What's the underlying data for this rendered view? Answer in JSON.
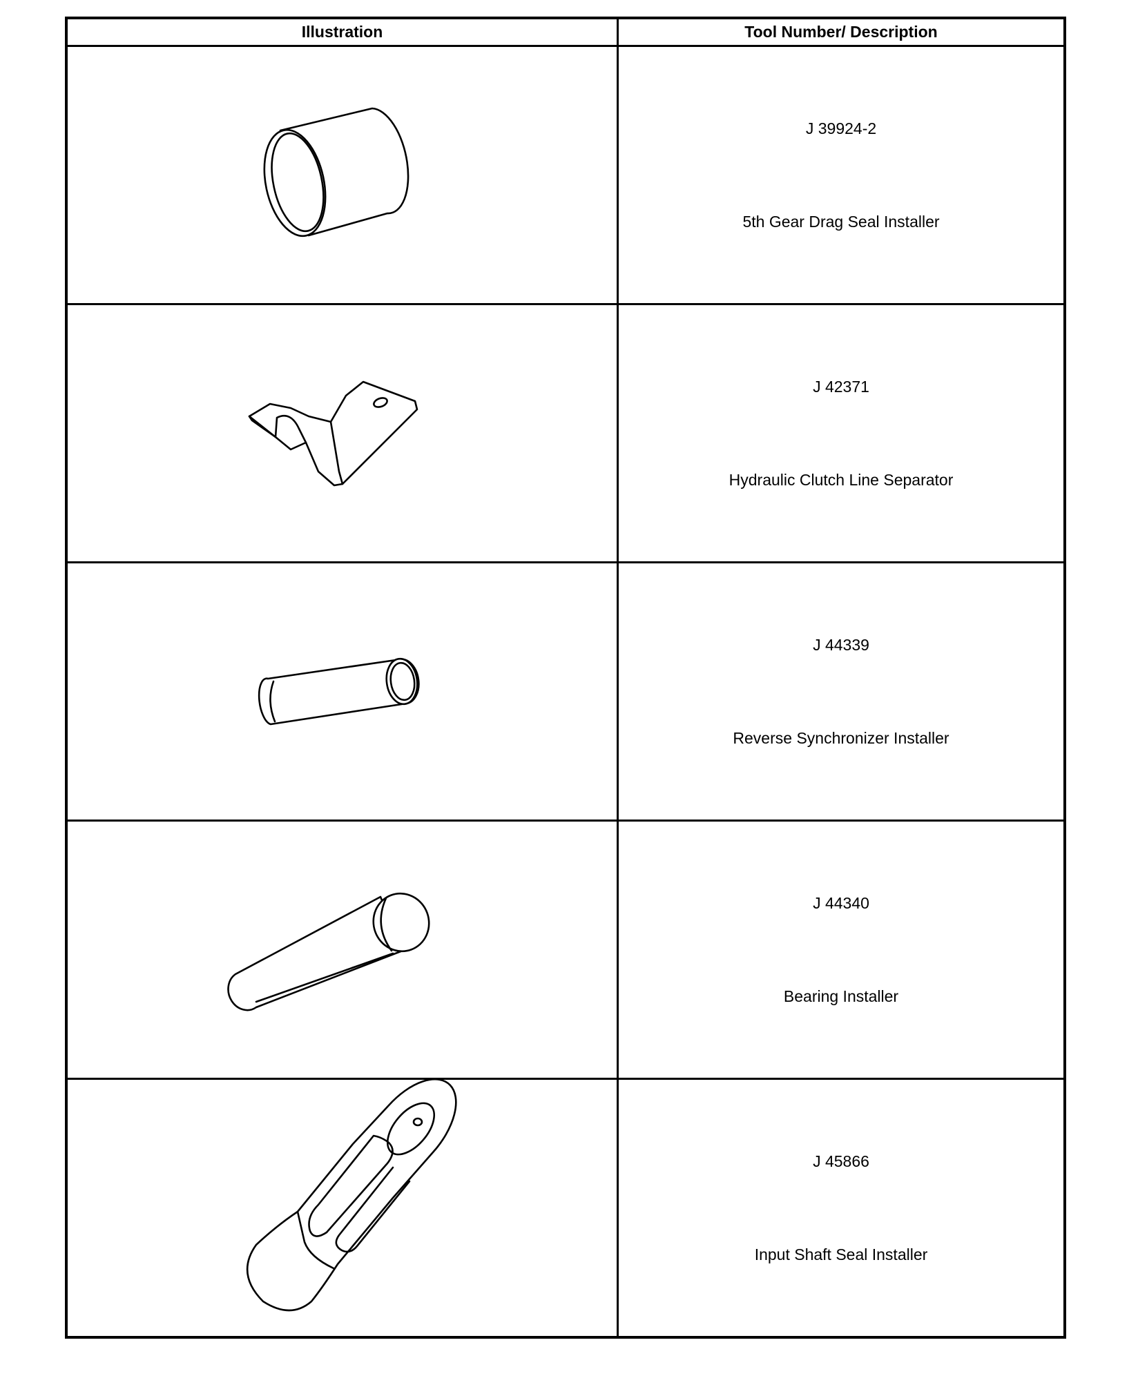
{
  "table": {
    "headers": {
      "illustration": "Illustration",
      "description": "Tool Number/ Description"
    },
    "rows": [
      {
        "tool_number": "J 39924-2",
        "description": "5th Gear Drag Seal Installer",
        "icon": "seal-installer-cylinder-icon"
      },
      {
        "tool_number": "J 42371",
        "description": "Hydraulic Clutch Line Separator",
        "icon": "clutch-line-separator-bracket-icon"
      },
      {
        "tool_number": "J 44339",
        "description": "Reverse Synchronizer Installer",
        "icon": "synchronizer-installer-tube-icon"
      },
      {
        "tool_number": "J 44340",
        "description": "Bearing Installer",
        "icon": "bearing-installer-rod-icon"
      },
      {
        "tool_number": "J 45866",
        "description": "Input Shaft Seal Installer",
        "icon": "input-shaft-seal-installer-icon"
      }
    ]
  }
}
